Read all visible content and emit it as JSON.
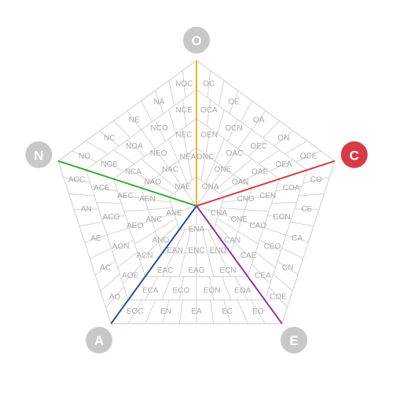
{
  "colors": {
    "grid": "#d2d2d2",
    "label": "#a8a8a8",
    "vertex_default": "#c8c8c8",
    "vertex_active": "#d63c45",
    "axis_O": "#f2b12f",
    "axis_C": "#d63c45",
    "axis_E": "#8b3aa0",
    "axis_A": "#2d4f9a",
    "axis_N": "#3aa83a"
  },
  "vertices": [
    {
      "key": "O",
      "label": "O",
      "active": false
    },
    {
      "key": "C",
      "label": "C",
      "active": true
    },
    {
      "key": "E",
      "label": "E",
      "active": false
    },
    {
      "key": "A",
      "label": "A",
      "active": false
    },
    {
      "key": "N",
      "label": "N",
      "active": false
    }
  ],
  "sectors": [
    {
      "from": "O",
      "to": "C",
      "layers": [
        [
          "OC",
          "OE",
          "OA",
          "ON",
          "OCE"
        ],
        [
          "OCA",
          "OCN",
          "OEC",
          "OEA"
        ],
        [
          "OEN",
          "OAC",
          "OAE"
        ],
        [
          "ONC",
          "ONE",
          "OAN"
        ],
        [
          "ONA"
        ]
      ]
    },
    {
      "from": "C",
      "to": "E",
      "layers": [
        [
          "CO",
          "CE",
          "CA",
          "CN",
          "COE"
        ],
        [
          "COA",
          "CON",
          "CEO",
          "CEA"
        ],
        [
          "CEN",
          "CAO",
          "CAE"
        ],
        [
          "CNO",
          "CNE",
          "CAN"
        ],
        [
          "CNA"
        ]
      ]
    },
    {
      "from": "E",
      "to": "A",
      "layers": [
        [
          "EO",
          "EC",
          "EA",
          "EN",
          "EOC"
        ],
        [
          "EOA",
          "EON",
          "ECO",
          "ECA"
        ],
        [
          "ECN",
          "EAO",
          "EAC"
        ],
        [
          "ENO",
          "ENC",
          "EAN"
        ],
        [
          "ENA"
        ]
      ]
    },
    {
      "from": "A",
      "to": "N",
      "layers": [
        [
          "AO",
          "AC",
          "AE",
          "AN",
          "AOC"
        ],
        [
          "AOE",
          "AON",
          "ACO",
          "ACE"
        ],
        [
          "ACN",
          "AEO",
          "AEC"
        ],
        [
          "ANO",
          "ANC",
          "AEN"
        ],
        [
          "ANE"
        ]
      ]
    },
    {
      "from": "N",
      "to": "O",
      "layers": [
        [
          "NO",
          "NC",
          "NE",
          "NA",
          "NOC"
        ],
        [
          "NOE",
          "NOA",
          "NCO",
          "NCE"
        ],
        [
          "NCA",
          "NEO",
          "NEC"
        ],
        [
          "NAO",
          "NAC",
          "NEA"
        ],
        [
          "NAE"
        ]
      ]
    }
  ]
}
